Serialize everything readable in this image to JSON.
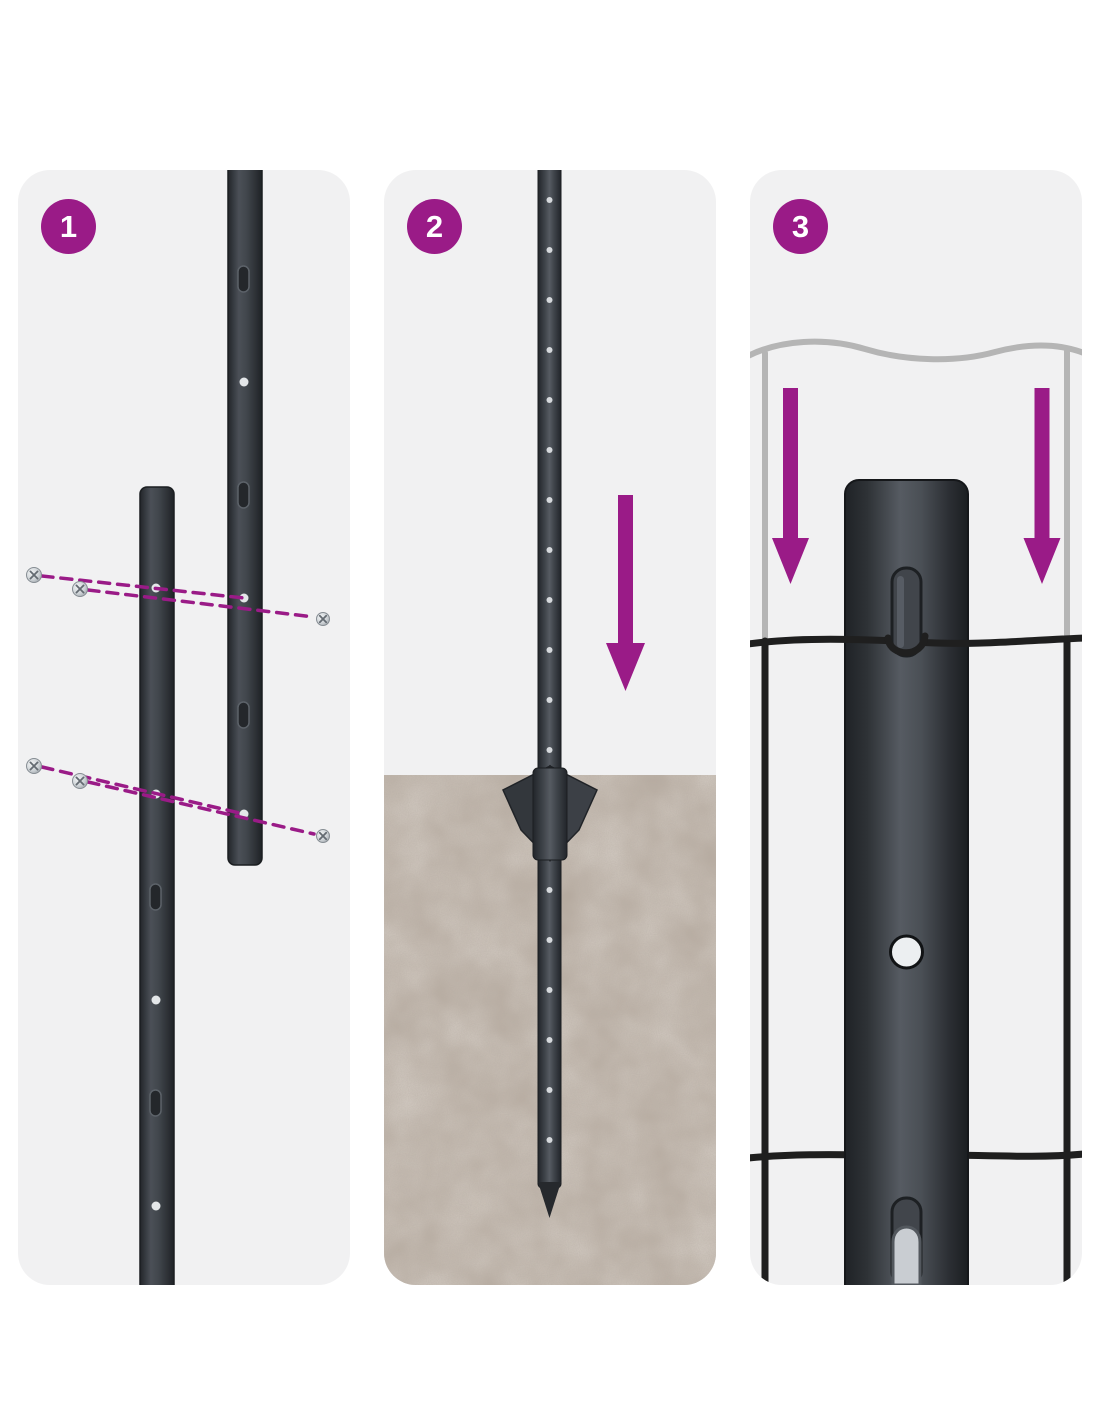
{
  "steps": [
    {
      "number": "1"
    },
    {
      "number": "2"
    },
    {
      "number": "3"
    }
  ],
  "colors": {
    "accent": "#9A1B87",
    "panel_bg": "#F1F1F2",
    "post_dark": "#3A3E43",
    "ground_base": "#B3A79B",
    "mesh_gray": "#B5B5B5",
    "mesh_black": "#1F1F1F",
    "screw_light": "#D7DADD",
    "hole_light": "#E4E7E9"
  }
}
